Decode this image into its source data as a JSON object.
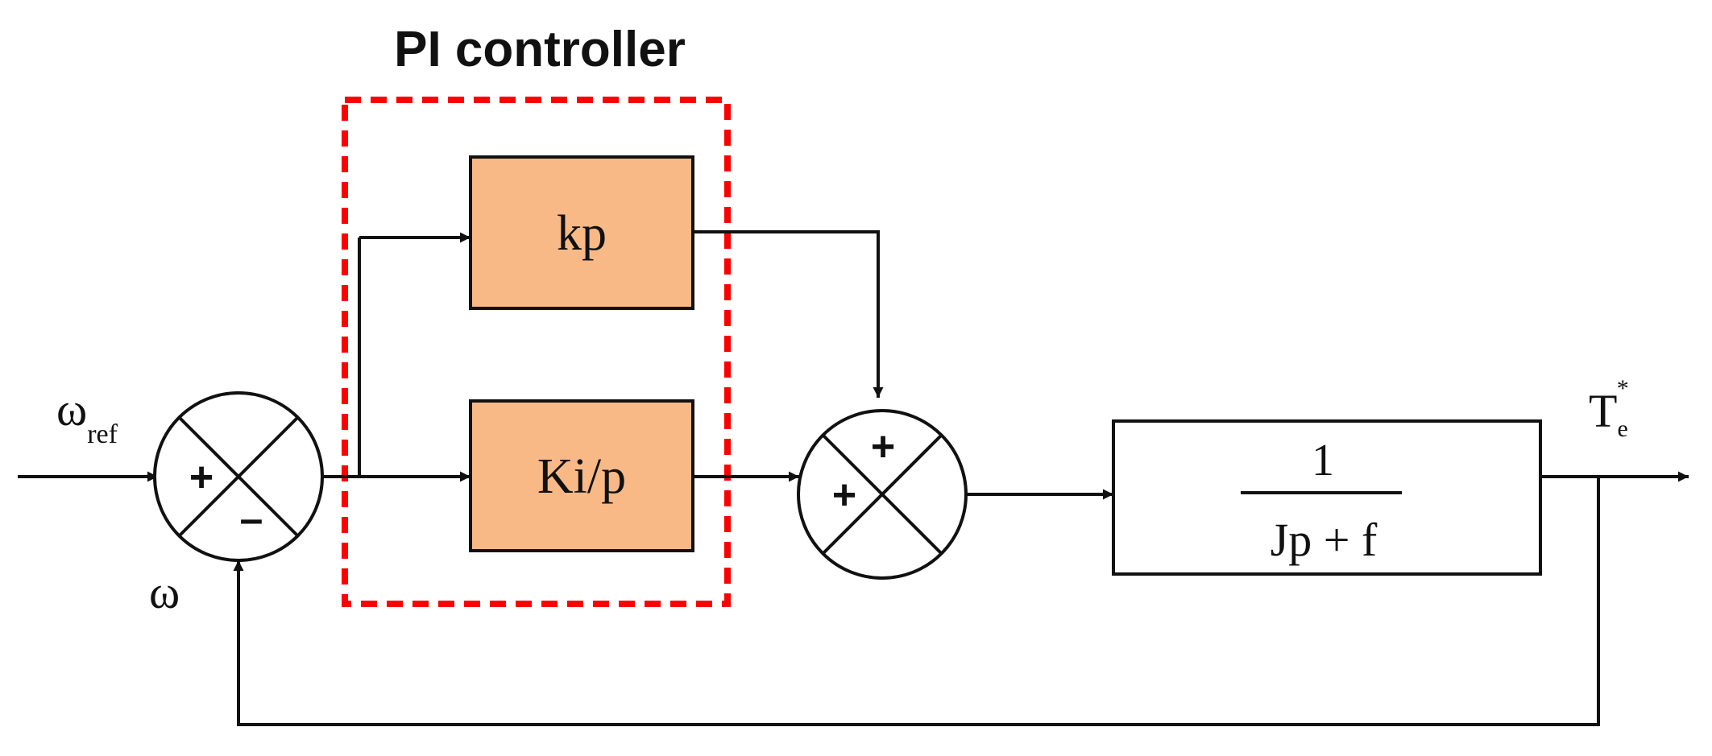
{
  "title": "PI controller",
  "inputs": {
    "reference": "ω",
    "reference_sub": "ref",
    "feedback": "ω"
  },
  "summer1": {
    "plus": "+",
    "minus": "–"
  },
  "blocks": {
    "kp": "kp",
    "ki": "Ki/p",
    "plant_numerator": "1",
    "plant_denominator": "Jp + f"
  },
  "summer2": {
    "plus_top": "+",
    "plus_left": "+"
  },
  "output": {
    "symbol": "T",
    "sub": "e",
    "sup": "*"
  },
  "colors": {
    "block_fill": "#f8b987",
    "controller_border": "#ff0000",
    "line": "#111111"
  }
}
